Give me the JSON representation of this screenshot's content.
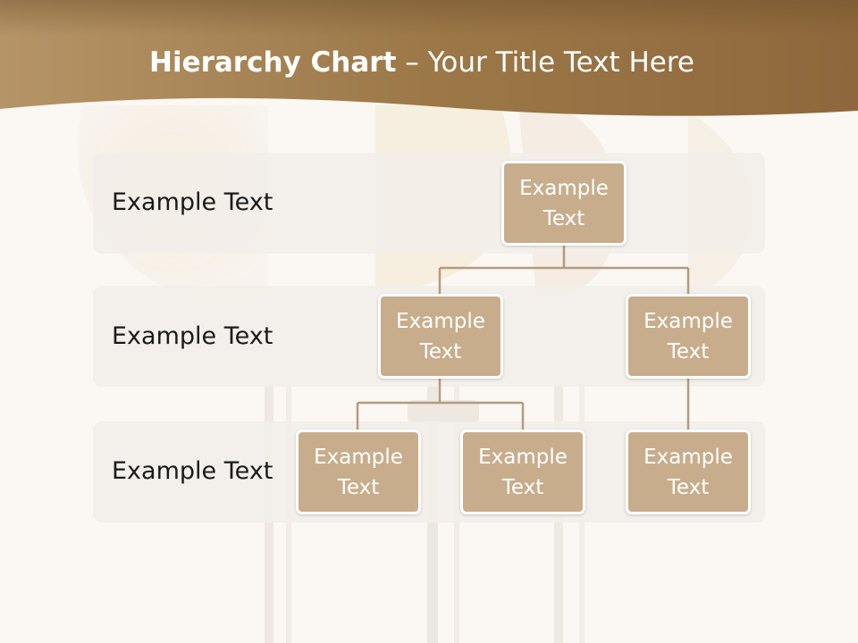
{
  "title": {
    "bold": "Hierarchy Chart",
    "rest": " – Your Title Text Here"
  },
  "levels": [
    {
      "label": "Example Text"
    },
    {
      "label": "Example Text"
    },
    {
      "label": "Example Text"
    }
  ],
  "nodes": {
    "root": "Example Text",
    "l2a": "Example Text",
    "l2b": "Example Text",
    "l3a": "Example Text",
    "l3b": "Example Text",
    "l3c": "Example Text"
  },
  "colors": {
    "header_band": "#9a7346",
    "node_fill": "#c8ad8c",
    "node_border": "#ffffff",
    "connector": "#b39b7e",
    "band_fill": "#f2eee8",
    "background": "#fbf7f3"
  }
}
